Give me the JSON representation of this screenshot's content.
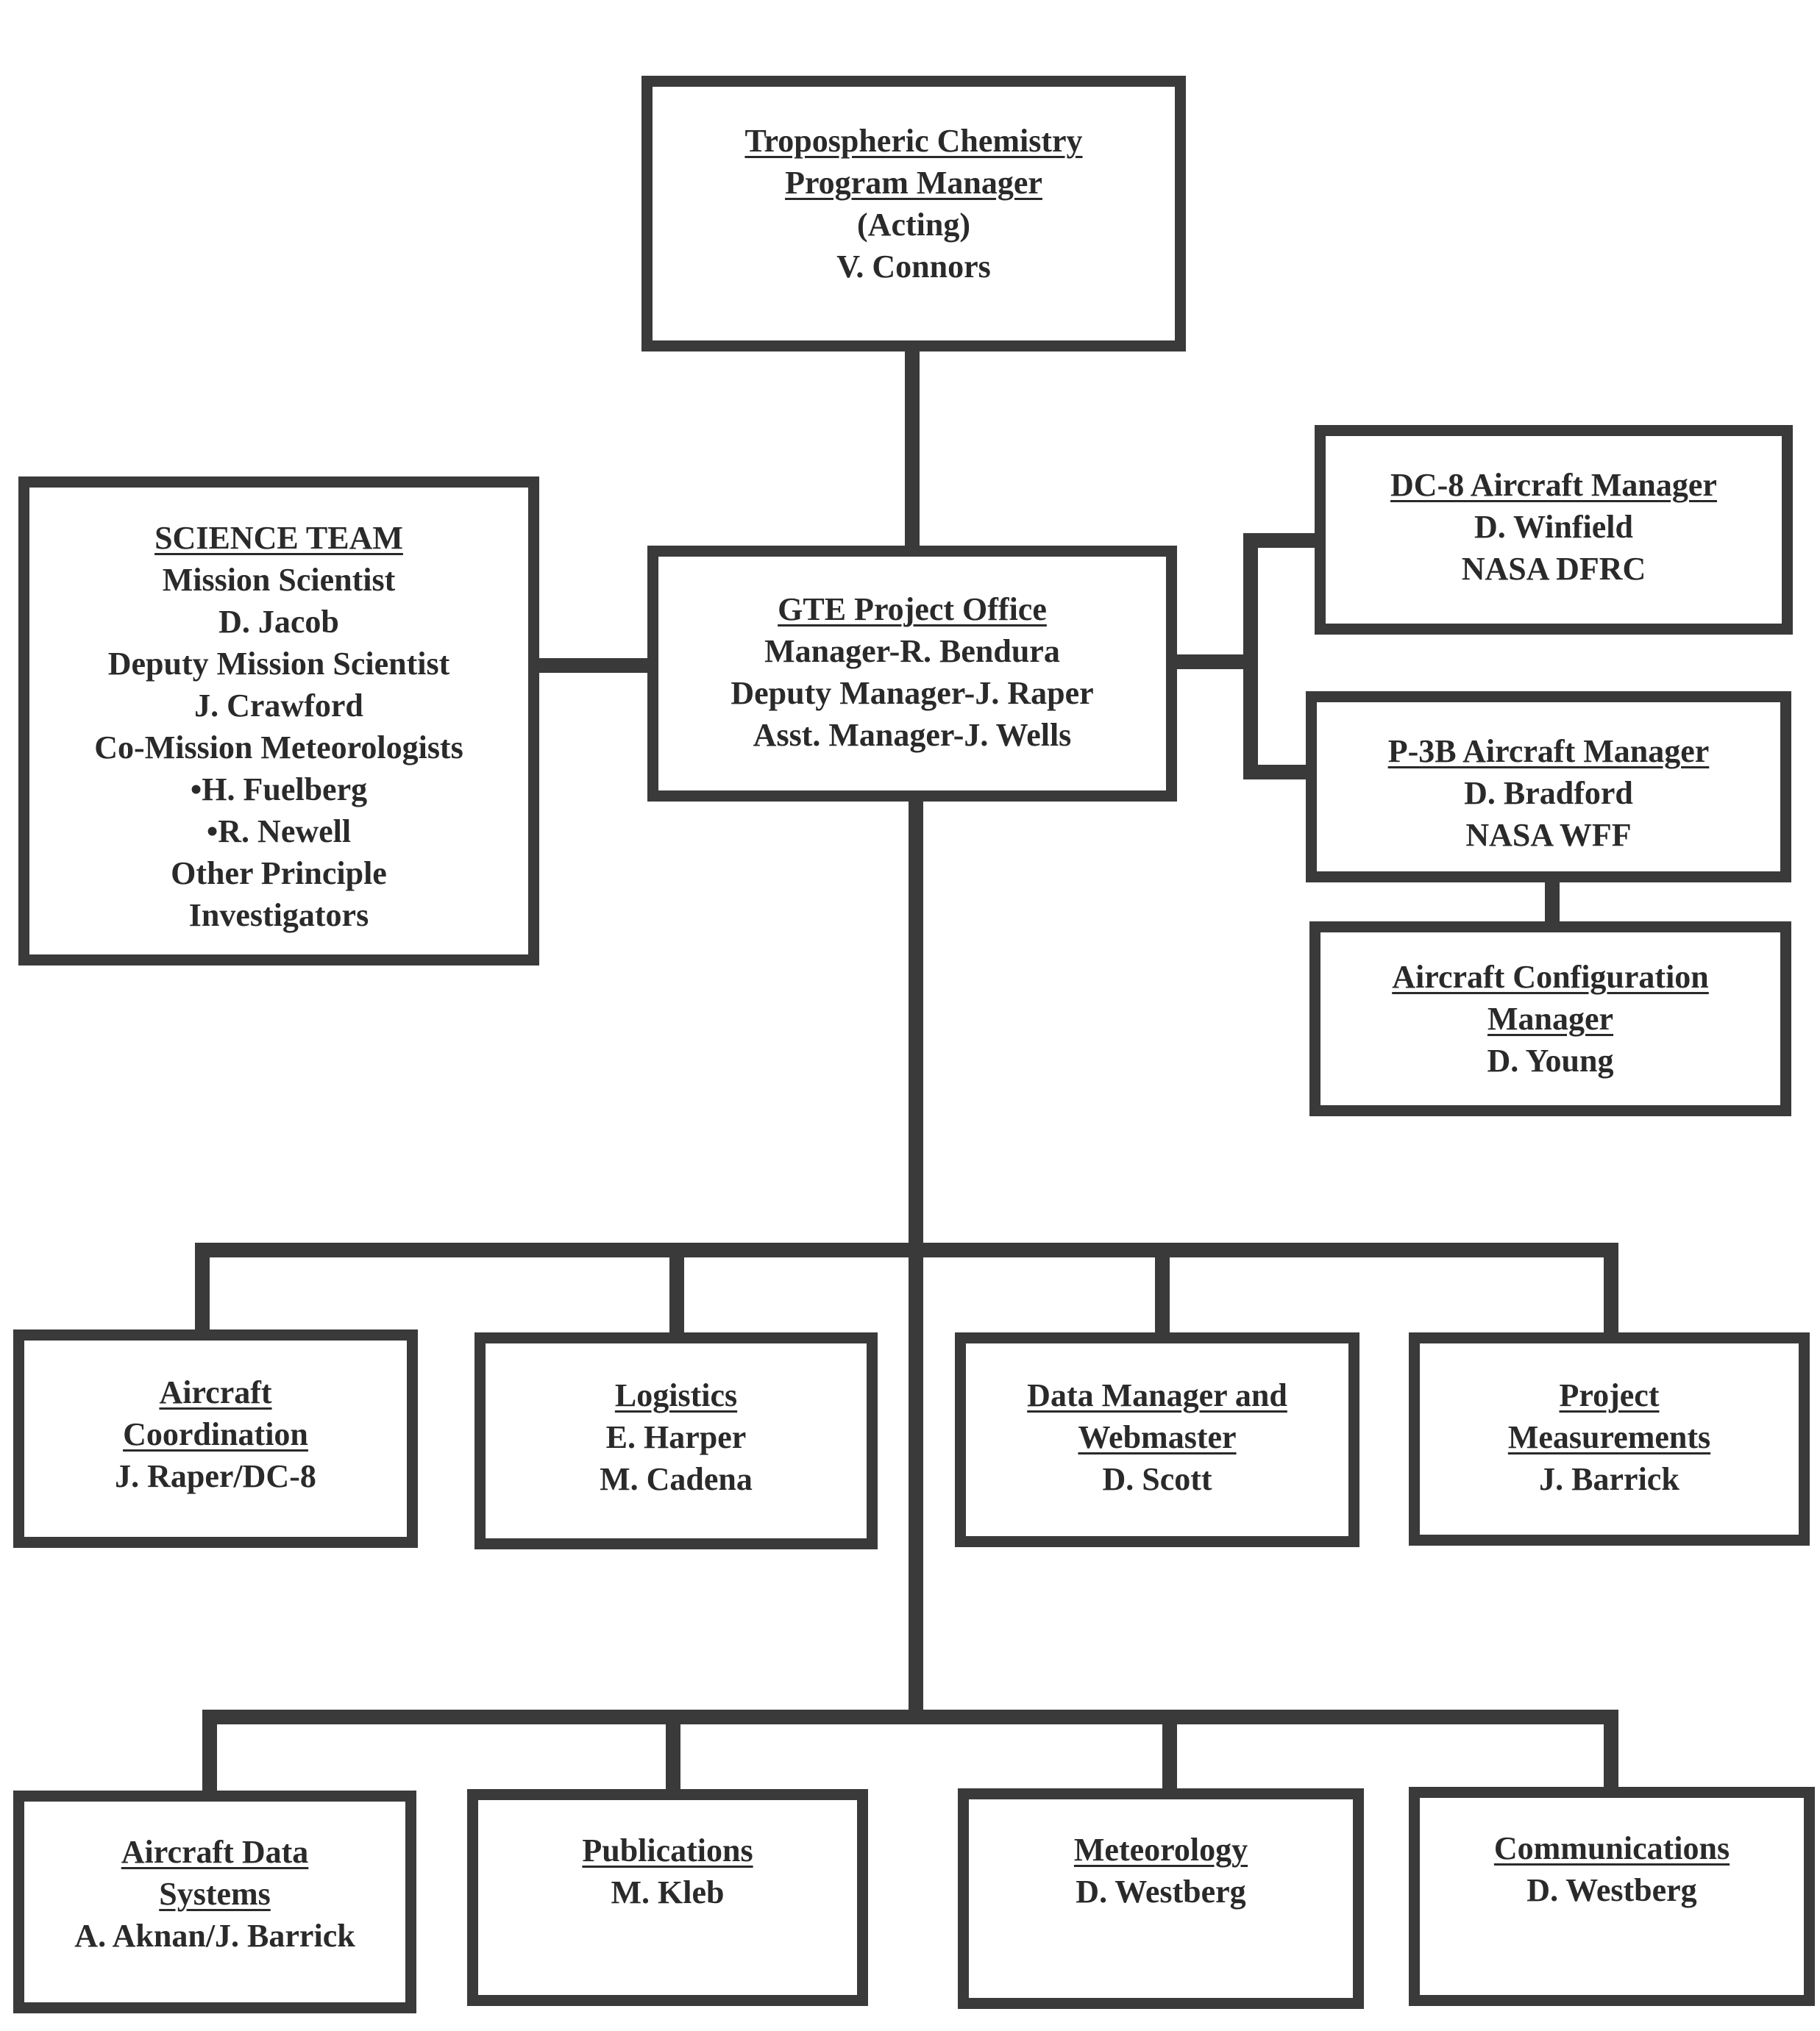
{
  "colors": {
    "line": "#3a3a3a",
    "text": "#2a2a2a",
    "background": "#ffffff"
  },
  "boxes": {
    "program_manager": {
      "title": [
        "Tropospheric Chemistry",
        "Program Manager"
      ],
      "lines": [
        "(Acting)",
        "V. Connors"
      ]
    },
    "science_team": {
      "title": [
        "SCIENCE TEAM"
      ],
      "lines": [
        "Mission Scientist",
        "D. Jacob",
        "Deputy Mission Scientist",
        "J. Crawford",
        "Co-Mission Meteorologists",
        "•H. Fuelberg",
        "•R. Newell",
        "Other Principle",
        "Investigators"
      ]
    },
    "project_office": {
      "title": [
        "GTE Project Office"
      ],
      "lines": [
        "Manager-R. Bendura",
        "Deputy Manager-J. Raper",
        "Asst. Manager-J. Wells"
      ]
    },
    "dc8_manager": {
      "title": [
        "DC-8 Aircraft Manager"
      ],
      "lines": [
        "D. Winfield",
        "NASA DFRC"
      ]
    },
    "p3b_manager": {
      "title": [
        "P-3B Aircraft Manager"
      ],
      "lines": [
        "D. Bradford",
        "NASA WFF"
      ]
    },
    "config_manager": {
      "title": [
        "Aircraft Configuration",
        "Manager"
      ],
      "lines": [
        "D. Young"
      ]
    },
    "aircraft_coordination": {
      "title": [
        "Aircraft",
        "Coordination"
      ],
      "lines": [
        "J. Raper/DC-8"
      ]
    },
    "logistics": {
      "title": [
        "Logistics"
      ],
      "lines": [
        "E. Harper",
        "M. Cadena"
      ]
    },
    "data_manager": {
      "title": [
        "Data Manager and",
        "Webmaster"
      ],
      "lines": [
        "D. Scott"
      ]
    },
    "project_measurements": {
      "title": [
        "Project",
        "Measurements"
      ],
      "lines": [
        "J. Barrick"
      ]
    },
    "aircraft_data_systems": {
      "title": [
        "Aircraft Data",
        "Systems"
      ],
      "lines": [
        "A. Aknan/J. Barrick"
      ]
    },
    "publications": {
      "title": [
        "Publications"
      ],
      "lines": [
        "M. Kleb"
      ]
    },
    "meteorology": {
      "title": [
        "Meteorology"
      ],
      "lines": [
        "D. Westberg"
      ]
    },
    "communications": {
      "title": [
        "Communications"
      ],
      "lines": [
        "D. Westberg"
      ]
    }
  }
}
